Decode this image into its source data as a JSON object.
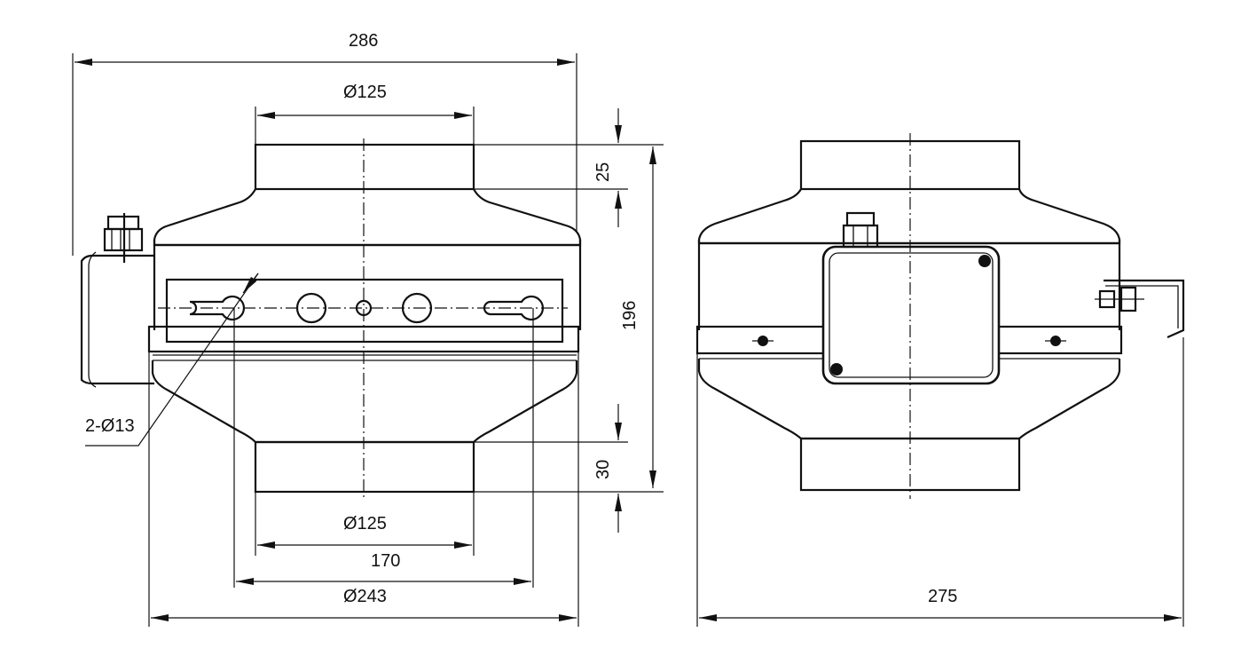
{
  "dimensions": {
    "overall_width_286": "286",
    "inlet_diameter_top": "Ø125",
    "top_collar_height": "25",
    "overall_height": "196",
    "bottom_collar_height": "30",
    "outlet_diameter_bottom": "Ø125",
    "bracket_hole_spacing": "170",
    "body_diameter": "Ø243",
    "mounting_holes": "2-Ø13",
    "side_view_width": "275"
  }
}
